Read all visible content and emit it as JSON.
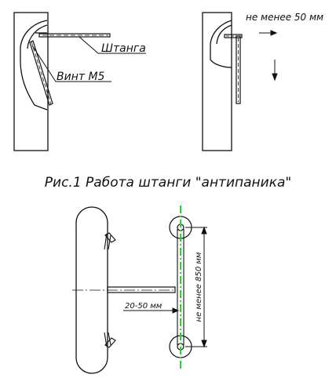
{
  "labels": {
    "rod": "Штанга",
    "screw": "Винт М5",
    "min_gap_top": "не менее 50 мм",
    "caption": "Рис.1 Работа штанги \"антипаника\"",
    "gap_range": "20-50 мм",
    "min_gap_side": "не менее 850 мм"
  },
  "colors": {
    "line": "#111111",
    "guide": "#2bd42b"
  }
}
